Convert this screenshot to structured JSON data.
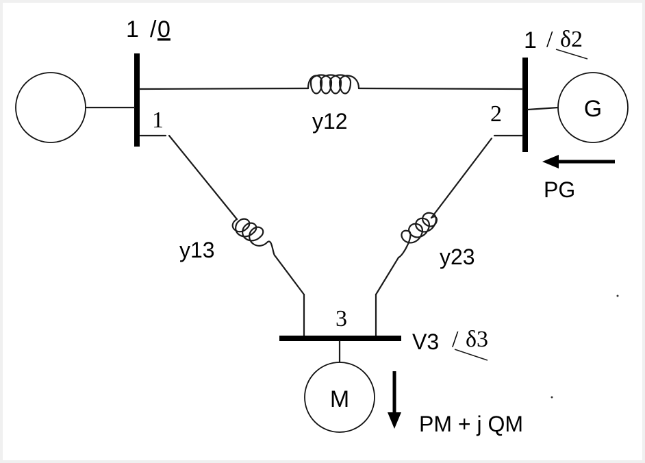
{
  "diagram": {
    "buses": {
      "bus1": {
        "number": "1",
        "voltage_magnitude": "1",
        "voltage_angle": "0"
      },
      "bus2": {
        "number": "2",
        "voltage_magnitude": "1",
        "voltage_angle": "δ2"
      },
      "bus3": {
        "number": "3",
        "voltage_magnitude": "V3",
        "voltage_angle": "δ3"
      }
    },
    "lines": {
      "line12": {
        "label": "y12"
      },
      "line13": {
        "label": "y13"
      },
      "line23": {
        "label": "y23"
      }
    },
    "machines": {
      "generator": {
        "label": "G",
        "power_label": "PG"
      },
      "motor": {
        "label": "M",
        "power_label": "PM + j QM"
      }
    }
  }
}
